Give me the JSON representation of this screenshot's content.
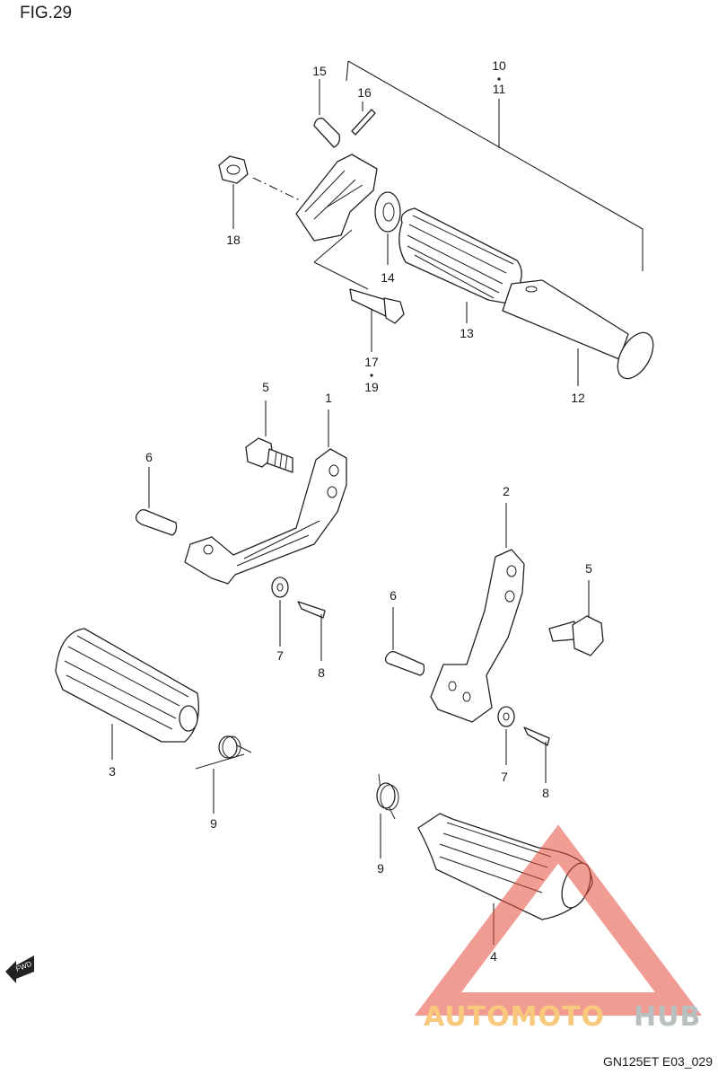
{
  "figure": {
    "title": "FIG.29",
    "drawing_code": "GN125ET E03_029",
    "fwd_label": "FWD"
  },
  "callouts": {
    "c1": "1",
    "c2": "2",
    "c3": "3",
    "c4": "4",
    "c5a": "5",
    "c5b": "5",
    "c6a": "6",
    "c6b": "6",
    "c7a": "7",
    "c7b": "7",
    "c8a": "8",
    "c8b": "8",
    "c9a": "9",
    "c9b": "9",
    "c10": "10",
    "c11": "11",
    "c12": "12",
    "c13": "13",
    "c14": "14",
    "c15": "15",
    "c16": "16",
    "c17": "17",
    "c18": "18",
    "c19": "19"
  },
  "watermark": {
    "part1": "AUTOMOTO",
    "part2": "HUB",
    "color1": "#f39c12",
    "color2": "#7f8c8d",
    "triangle_color": "#e74c3c"
  }
}
